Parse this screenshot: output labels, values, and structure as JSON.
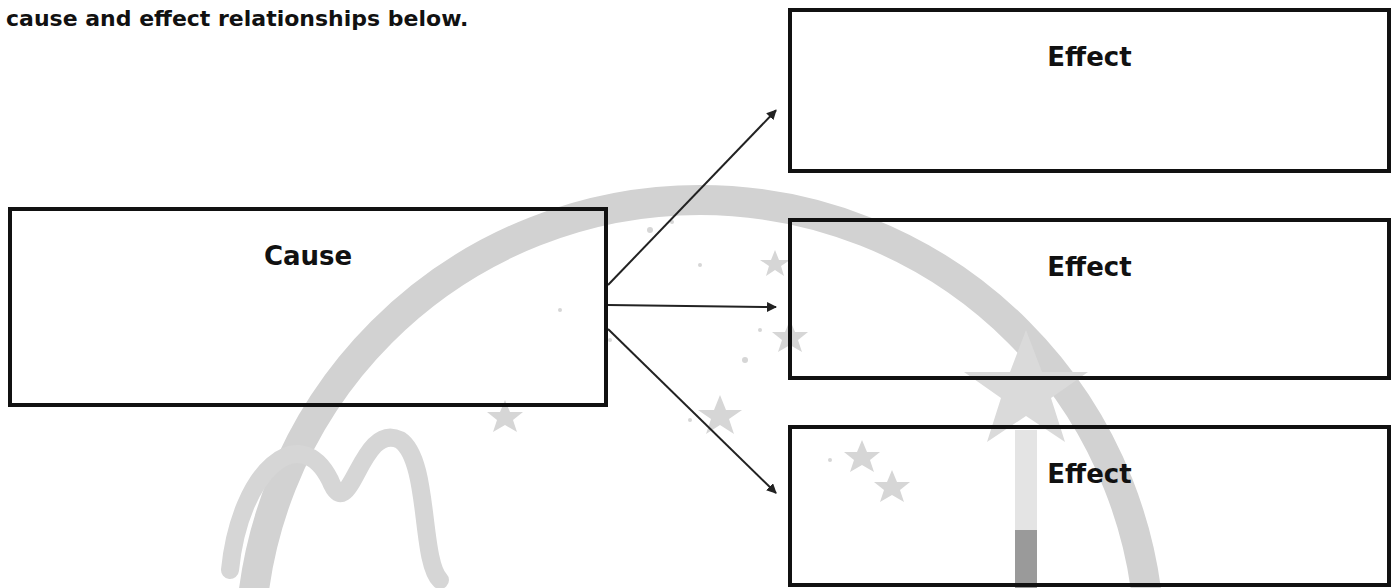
{
  "diagram": {
    "nodes": [
      {
        "text": [
          "Cause"
        ]
      },
      {
        "text": [
          "Effect"
        ]
      },
      {
        "text": [
          "Effect"
        ]
      },
      {
        "text": [
          "Effect"
        ]
      }
    ],
    "edges": [
      {
        "from": 0,
        "to": 1,
        "arrow": "to"
      },
      {
        "from": 0,
        "to": 2,
        "arrow": "to"
      },
      {
        "from": 0,
        "to": 3,
        "arrow": "to"
      }
    ],
    "labels": [
      "cause and effect relationships below."
    ]
  }
}
